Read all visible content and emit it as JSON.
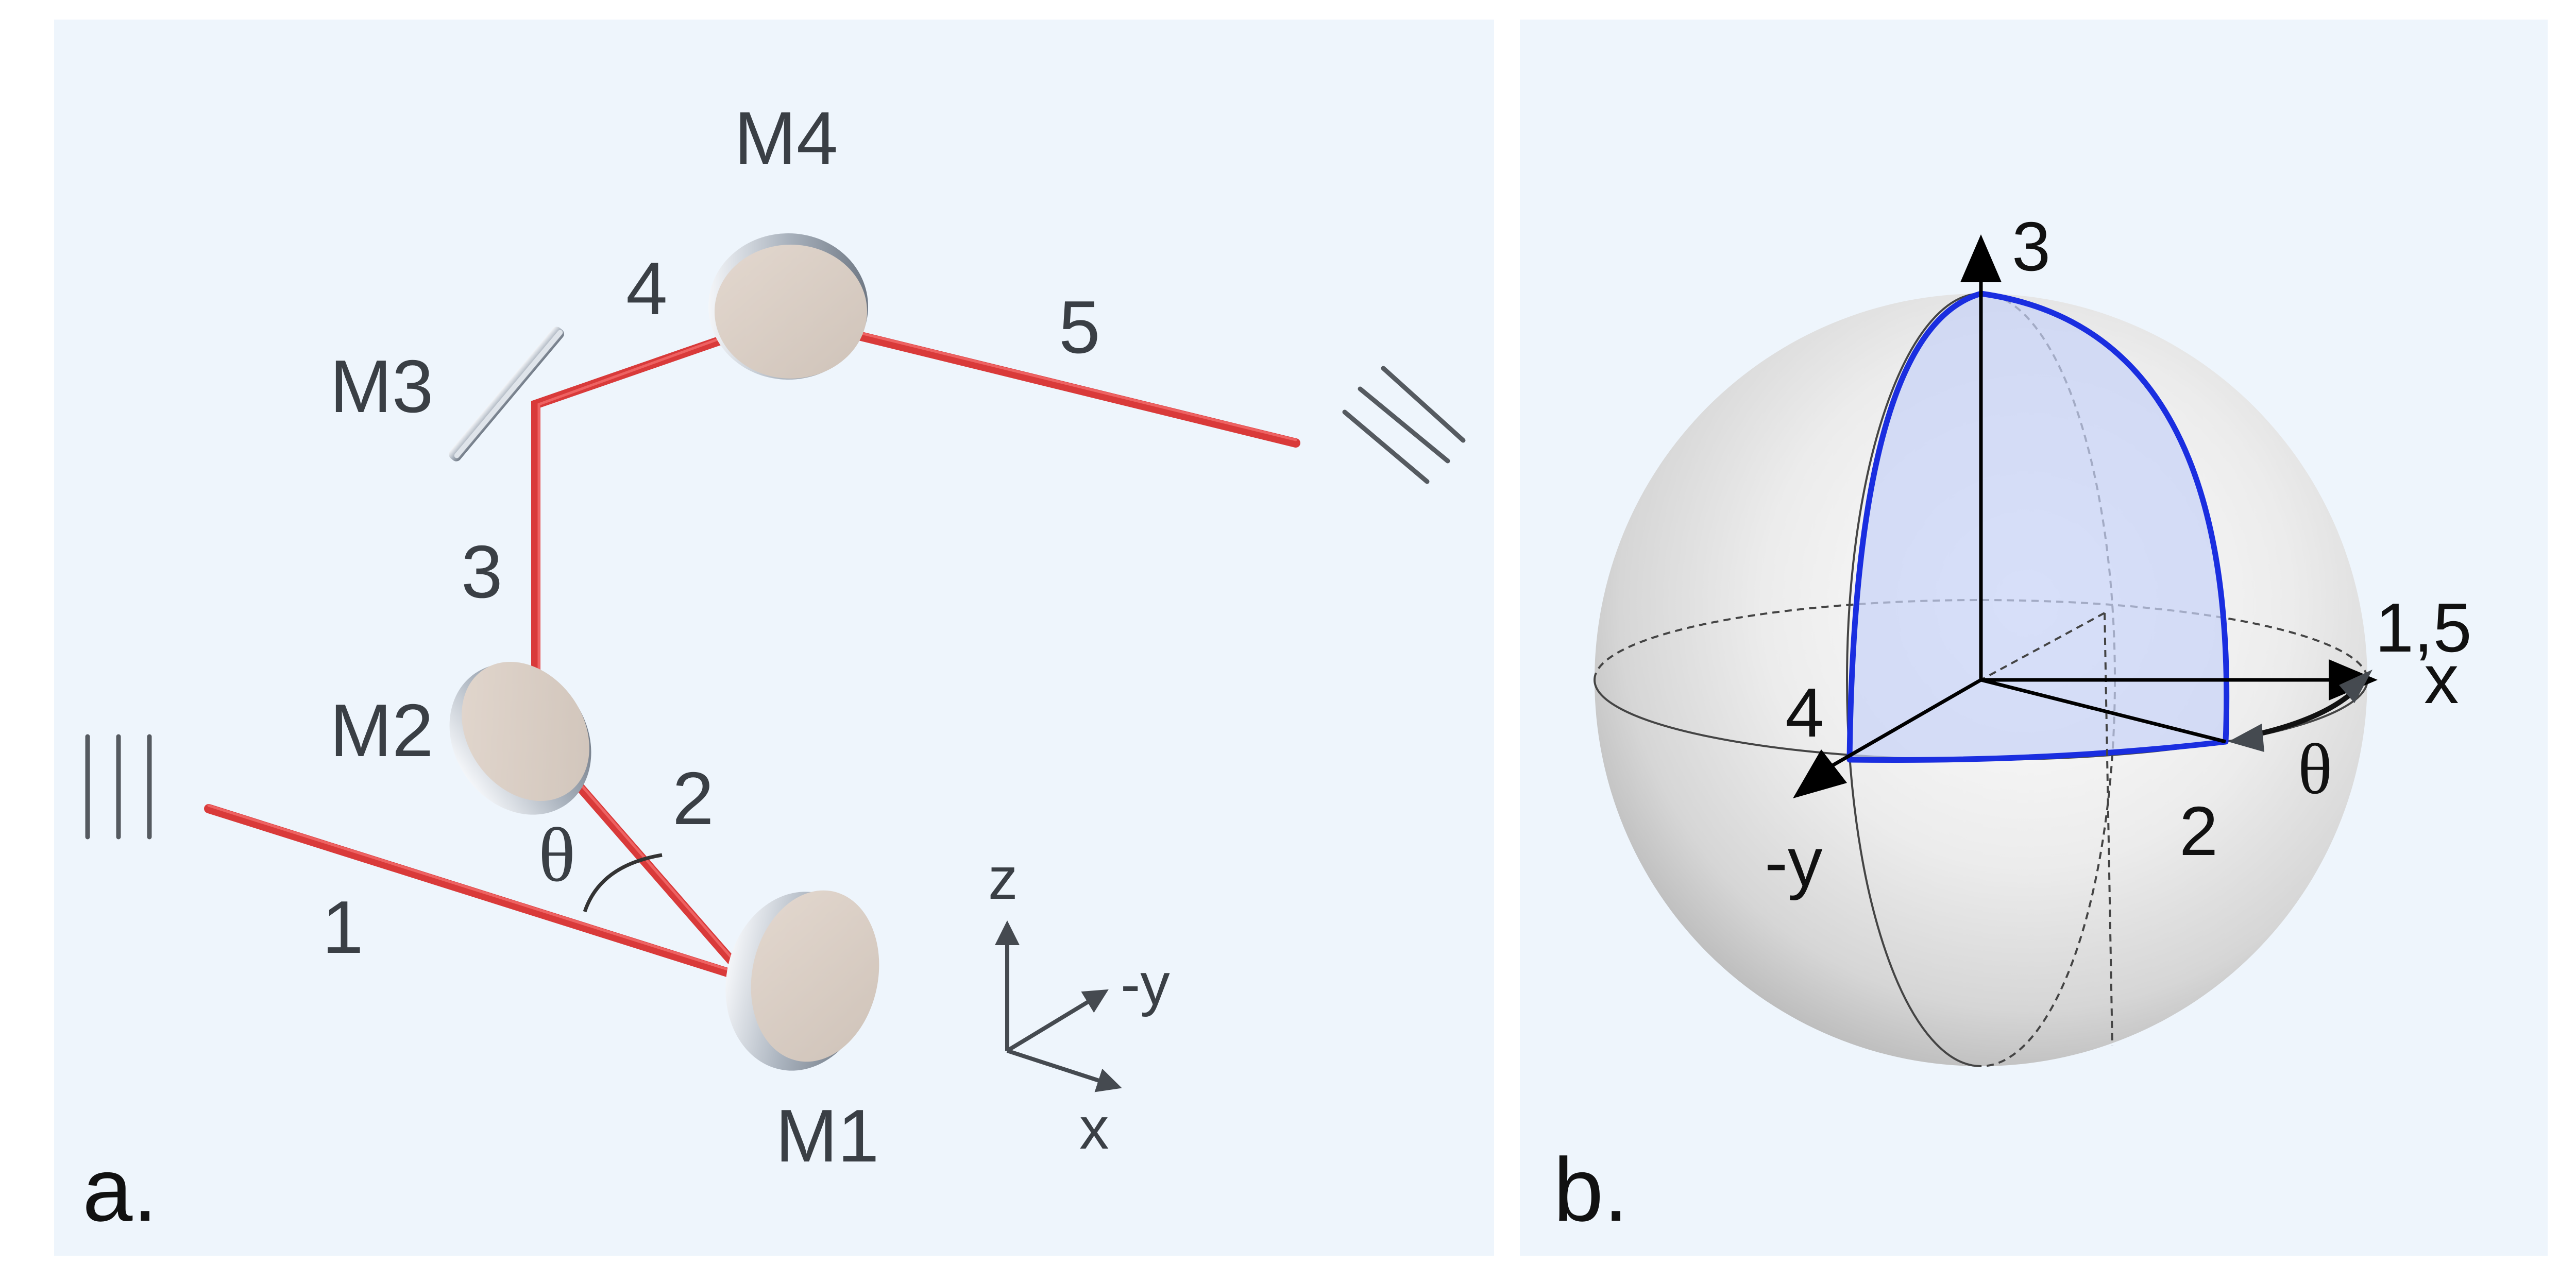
{
  "panel_a": {
    "panel_label": "a.",
    "mirrors": {
      "m1": "M1",
      "m2": "M2",
      "m3": "M3",
      "m4": "M4"
    },
    "beam_segments": {
      "s1": "1",
      "s2": "2",
      "s3": "3",
      "s4": "4",
      "s5": "5"
    },
    "angle": "θ",
    "axes": {
      "z": "z",
      "neg_y": "-y",
      "x": "x"
    }
  },
  "panel_b": {
    "panel_label": "b.",
    "points": {
      "p3": "3",
      "p15": "1,5",
      "p4": "4",
      "p2": "2"
    },
    "axes": {
      "x": "x",
      "neg_y": "-y"
    },
    "angle": "θ"
  },
  "colors": {
    "background": "#eef5fc",
    "beam": "#d93a3a",
    "mirror": "#d8ccc2",
    "blue_path": "#1a2ee0",
    "blue_fill": "#c7d3f6"
  }
}
